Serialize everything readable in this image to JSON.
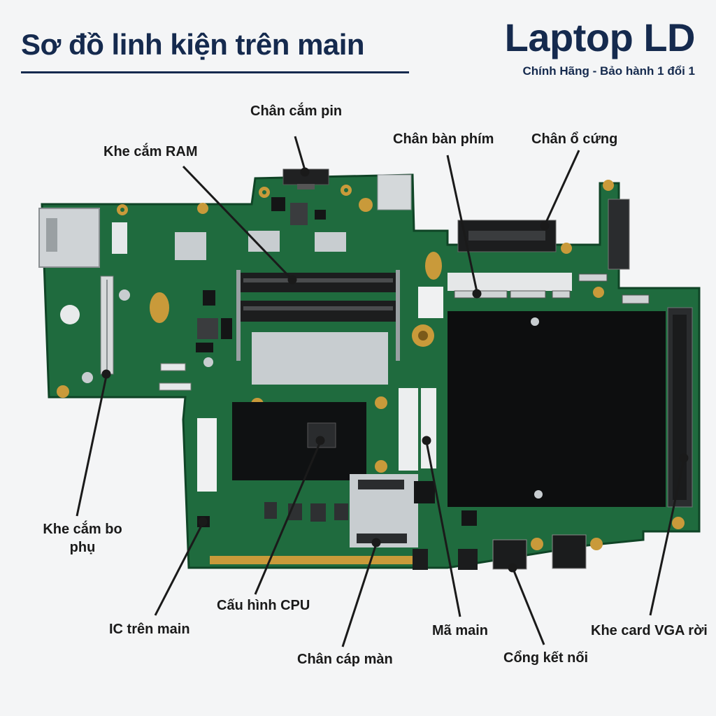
{
  "header": {
    "title": "Sơ đồ linh kiện trên main",
    "brand_name": "Laptop LD",
    "brand_tagline": "Chính Hãng - Bảo hành 1 đổi 1"
  },
  "colors": {
    "title": "#152a4e",
    "board": "#1f6b3e",
    "board_dark": "#164f2e",
    "chip": "#0f1112",
    "silver": "#c8cdd0",
    "gold": "#c99a3a",
    "pointer": "#1a1a1a"
  },
  "labels": {
    "battery": "Chân cắm pin",
    "ram": "Khe cắm RAM",
    "keyboard": "Chân bàn phím",
    "hdd": "Chân ổ cứng",
    "subboard": "Khe cắm bo phụ",
    "ic": "IC trên main",
    "cpu": "Cấu hình CPU",
    "lcd": "Chân cáp màn",
    "model": "Mã main",
    "ports": "Cổng kết nối",
    "vga": "Khe card VGA rời"
  },
  "icons": [
    "motherboard-diagram"
  ]
}
